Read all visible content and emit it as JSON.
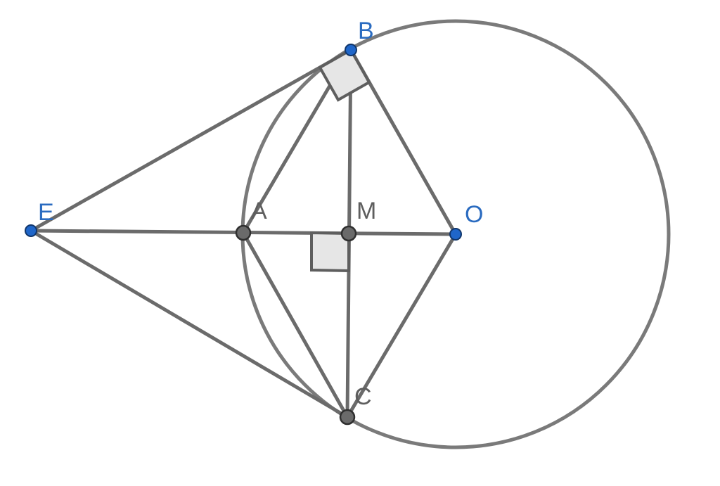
{
  "points": {
    "B": {
      "label": "B",
      "color": "#2a6bc0"
    },
    "E": {
      "label": "E",
      "color": "#2a6bc0"
    },
    "A": {
      "label": "A",
      "color": "#5e5e5e"
    },
    "M": {
      "label": "M",
      "color": "#5e5e5e"
    },
    "O": {
      "label": "O",
      "color": "#2a6bc0"
    },
    "C": {
      "label": "C",
      "color": "#5e5e5e"
    }
  },
  "colors": {
    "line": "#6b6b6b",
    "circle": "#7a7a7a",
    "right_angle_fill": "#e6e6e6",
    "blue_point": "#1f66c9",
    "gray_point": "#6a6a6a"
  }
}
